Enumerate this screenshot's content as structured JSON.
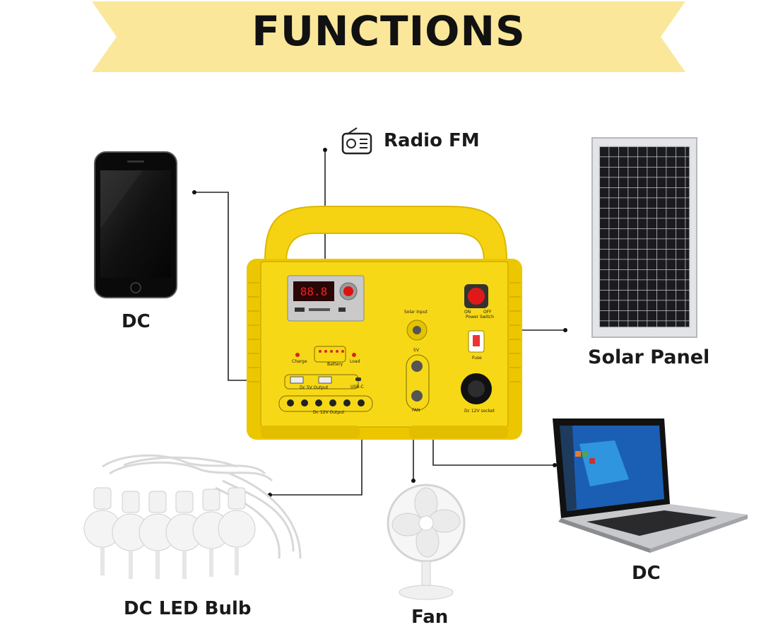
{
  "header": {
    "title": "FUNCTIONS",
    "banner_color": "#fbe79a"
  },
  "center": {
    "body_color": "#f5d312",
    "shadow_color": "#dcb700",
    "panel": {
      "solar_input": "Solar Input",
      "power_switch": "Power Switch",
      "on": "ON",
      "off": "OFF",
      "charge": "Charge",
      "battery": "Battery",
      "load": "Load",
      "usb_output": "Dc 5V Output",
      "usb_c": "USB-C",
      "dc_output": "Dc 12V Output",
      "voltage_5v": "5V",
      "fan": "FAN",
      "fuse": "Fuse",
      "cigarette": "Dc 12V socket"
    }
  },
  "callouts": {
    "radio": "Radio FM",
    "phone": "DC",
    "solar": "Solar Panel",
    "laptop": "DC",
    "bulbs": "DC LED Bulb",
    "fan": "Fan"
  }
}
